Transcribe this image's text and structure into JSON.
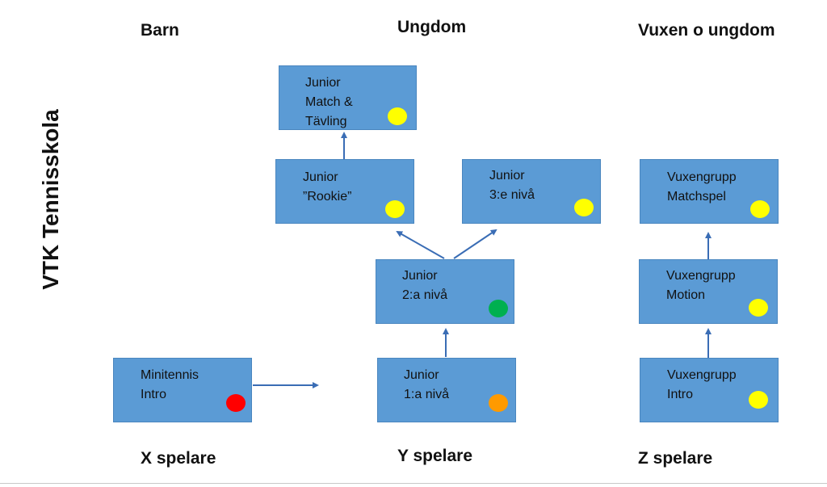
{
  "vertical_title": "VTK Tennisskola",
  "columns": {
    "barn": "Barn",
    "ungdom": "Ungdom",
    "vuxen": "Vuxen o ungdom"
  },
  "footers": {
    "x": "X spelare",
    "y": "Y spelare",
    "z": "Z spelare"
  },
  "boxes": {
    "junior_match": {
      "label": "Junior\nMatch &\nTävling",
      "dot_color": "#ffff00"
    },
    "junior_rookie": {
      "label": "Junior\n”Rookie”",
      "dot_color": "#ffff00"
    },
    "junior_3": {
      "label": "Junior\n3:e nivå",
      "dot_color": "#ffff00"
    },
    "junior_2": {
      "label": "Junior\n2:a nivå",
      "dot_color": "#00b050"
    },
    "junior_1": {
      "label": "Junior\n1:a nivå",
      "dot_color": "#ff9a00"
    },
    "minitennis": {
      "label": "Minitennis\nIntro",
      "dot_color": "#ff0000"
    },
    "vuxen_matchspel": {
      "label": "Vuxengrupp\nMatchspel",
      "dot_color": "#ffff00"
    },
    "vuxen_motion": {
      "label": "Vuxengrupp\nMotion",
      "dot_color": "#ffff00"
    },
    "vuxen_intro": {
      "label": "Vuxengrupp\nIntro",
      "dot_color": "#ffff00"
    }
  },
  "colors": {
    "box_fill": "#5b9bd5",
    "arrow": "#3a6db5"
  }
}
